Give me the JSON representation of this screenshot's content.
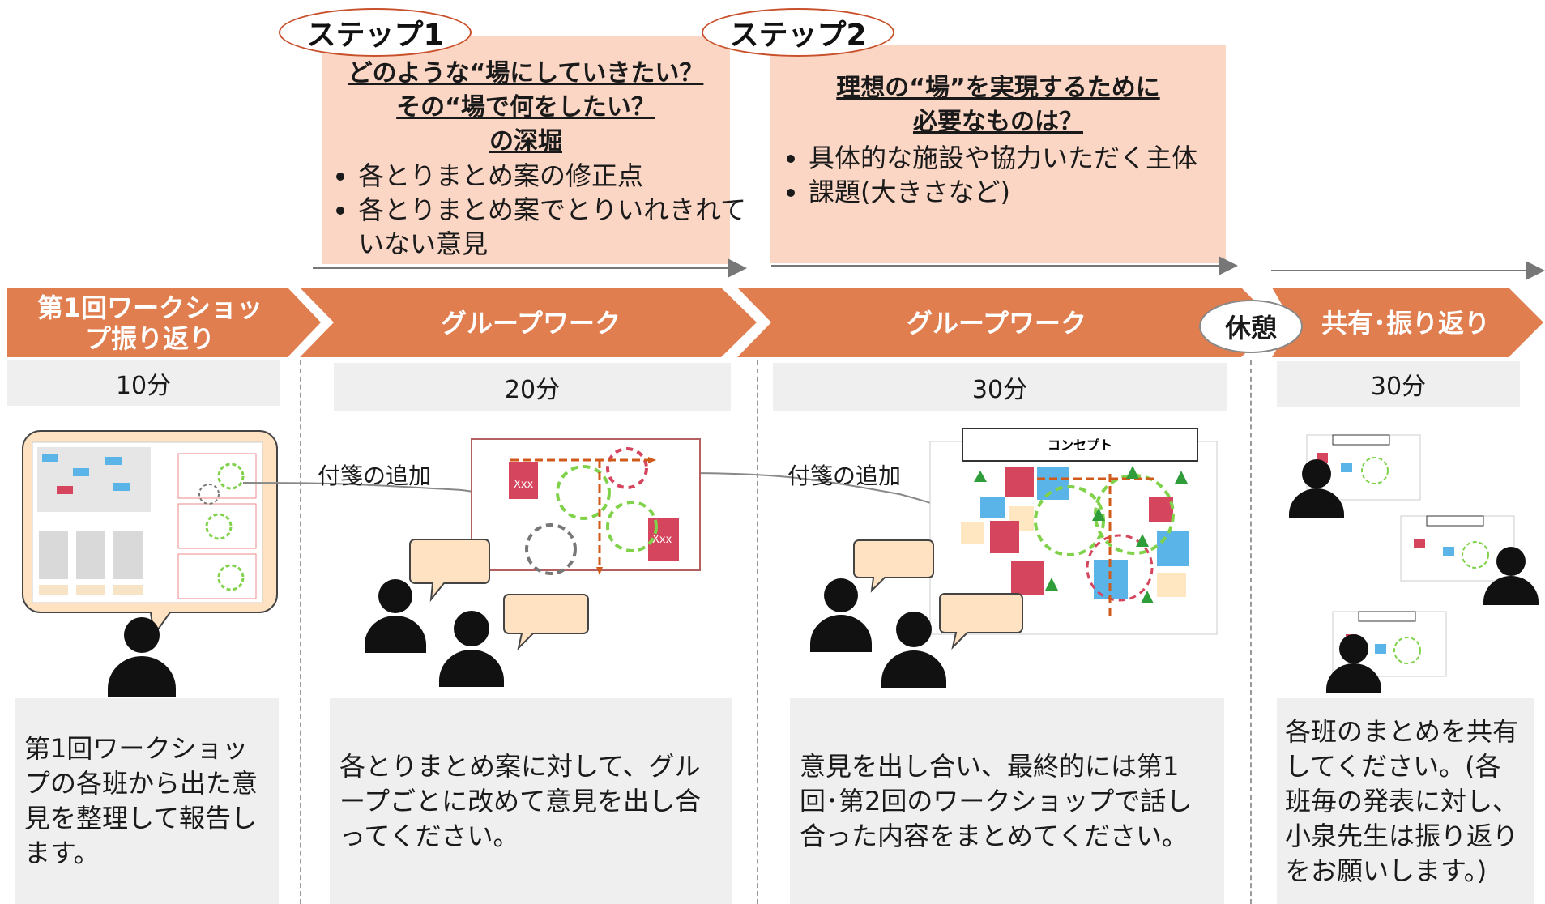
{
  "steps": [
    {
      "label": "ステップ1",
      "heading_lines": [
        "どのような“場にしていきたい？",
        "その“場で何をしたい？",
        "の深堀"
      ],
      "bullets": [
        "各とりまとめ案の修正点",
        "各とりまとめ案でとりいれきれていない意見"
      ]
    },
    {
      "label": "ステップ2",
      "heading_lines": [
        "理想の“場”を実現するために",
        "必要なものは？"
      ],
      "bullets": [
        "具体的な施設や協力いただく主体",
        "課題(大きさなど)"
      ]
    }
  ],
  "phases": [
    {
      "title": "第1回ワークショップ振り返り",
      "duration": "10分",
      "description": "第1回ワークショップの各班から出た意見を整理して報告します。"
    },
    {
      "title": "グループワーク",
      "duration": "20分",
      "description": "各とりまとめ案に対して、グループごとに改めて意見を出し合ってください。",
      "annotation": "付箋の追加"
    },
    {
      "title": "グループワーク",
      "duration": "30分",
      "description": "意見を出し合い、最終的には第1回･第2回のワークショップで話し合った内容をまとめてください。",
      "annotation": "付箋の追加"
    },
    {
      "title": "共有･振り返り",
      "duration": "30分",
      "description": "各班のまとめを共有してください。(各班毎の発表に対し、小泉先生は振り返りをお願いします。)"
    }
  ],
  "break_label": "休憩",
  "concept_label": "コンセプト",
  "colors": {
    "chevron": "#e07e4f",
    "step_panel": "#fbd6c5",
    "step_border": "#c8502a",
    "note_fill": "#ffe2c2",
    "sticky_red": "#d6455e",
    "sticky_blue": "#5ab4e8",
    "circle_green": "#7fd24a",
    "tree_green": "#2e9d3a"
  },
  "map_labels": {
    "xxx": "Xxx"
  }
}
